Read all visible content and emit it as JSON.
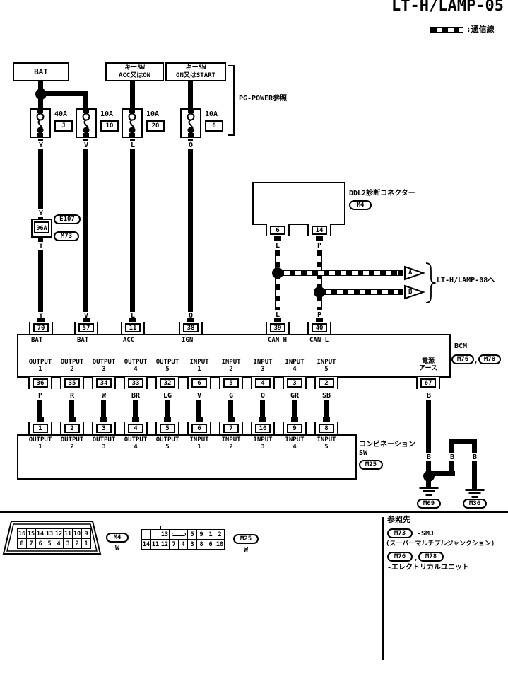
{
  "colors": {
    "ink": "#000000",
    "bg": "#ffffff"
  },
  "header": {
    "title": "LT-H/LAMP-05",
    "legend_label": ":通信線"
  },
  "power": {
    "bat": "BAT",
    "keysw_acc_1": "キーSW",
    "keysw_acc_2": "ACC又はON",
    "keysw_ign_1": "キーSW",
    "keysw_ign_2": "ON又はSTART",
    "pg_ref": "PG-POWER参照",
    "fuse1": {
      "rating": "40A",
      "id": "J",
      "wire": "Y"
    },
    "fuse2": {
      "rating": "10A",
      "id": "10",
      "wire": "V"
    },
    "fuse3": {
      "rating": "10A",
      "id": "20",
      "wire": "L"
    },
    "fuse4": {
      "rating": "10A",
      "id": "6",
      "wire": "O"
    }
  },
  "smj": {
    "id": "96A",
    "upper": "E107",
    "lower": "M73",
    "wire_above": "Y",
    "wire_below": "Y"
  },
  "ddl2": {
    "label": "DDL2診断コネクター",
    "connector": "M4",
    "pin_a": "6",
    "pin_b": "14",
    "wire_a": "L",
    "wire_b": "P"
  },
  "can": {
    "wire_h": "L",
    "tag_h": "A",
    "wire_l": "P",
    "tag_l": "B",
    "dest": "LT-H/LAMP-08へ"
  },
  "bcm": {
    "name": "BCM",
    "conn1": "M76",
    "sep": ",",
    "conn2": "M78",
    "top_pins": [
      {
        "num": "70",
        "label": "BAT",
        "wire": "Y"
      },
      {
        "num": "57",
        "label": "BAT",
        "wire": "V"
      },
      {
        "num": "11",
        "label": "ACC",
        "wire": "L"
      },
      {
        "num": "38",
        "label": "IGN",
        "wire": "O"
      },
      {
        "num": "39",
        "label": "CAN H",
        "wire": "L"
      },
      {
        "num": "40",
        "label": "CAN L",
        "wire": "P"
      }
    ],
    "cols": [
      {
        "num": "36",
        "l1": "OUTPUT",
        "l2": "1",
        "wire": "P",
        "sw": "1"
      },
      {
        "num": "35",
        "l1": "OUTPUT",
        "l2": "2",
        "wire": "R",
        "sw": "2"
      },
      {
        "num": "34",
        "l1": "OUTPUT",
        "l2": "3",
        "wire": "W",
        "sw": "3"
      },
      {
        "num": "33",
        "l1": "OUTPUT",
        "l2": "4",
        "wire": "BR",
        "sw": "4"
      },
      {
        "num": "32",
        "l1": "OUTPUT",
        "l2": "5",
        "wire": "LG",
        "sw": "5"
      },
      {
        "num": "6",
        "l1": "INPUT",
        "l2": "1",
        "wire": "V",
        "sw": "6"
      },
      {
        "num": "5",
        "l1": "INPUT",
        "l2": "2",
        "wire": "G",
        "sw": "7"
      },
      {
        "num": "4",
        "l1": "INPUT",
        "l2": "3",
        "wire": "O",
        "sw": "10"
      },
      {
        "num": "3",
        "l1": "INPUT",
        "l2": "4",
        "wire": "GR",
        "sw": "9"
      },
      {
        "num": "2",
        "l1": "INPUT",
        "l2": "5",
        "wire": "SB",
        "sw": "8"
      }
    ],
    "gnd": {
      "num": "67",
      "l1": "電源",
      "l2": "アース",
      "wire": "B"
    }
  },
  "combsw": {
    "name1": "コンビネーション",
    "name2": "SW",
    "conn": "M25"
  },
  "ground": {
    "b1": "B",
    "b2": "B",
    "b3": "B",
    "g1": "M69",
    "g2": "M36"
  },
  "pinout_m4": {
    "conn": "M4",
    "color": "W",
    "r1": [
      "16",
      "15",
      "14",
      "13",
      "12",
      "11",
      "10",
      "9"
    ],
    "r2": [
      "8",
      "7",
      "6",
      "5",
      "4",
      "3",
      "2",
      "1"
    ]
  },
  "pinout_m25": {
    "conn": "M25",
    "color": "W",
    "r1": [
      "",
      "",
      "13",
      "5",
      "9",
      "1",
      "2"
    ],
    "r2": [
      "14",
      "11",
      "12",
      "7",
      "4",
      "3",
      "8",
      "6",
      "10"
    ]
  },
  "refs": {
    "heading": "参照先",
    "c1": "M73",
    "t1": "-SMJ",
    "t2": "(スーパーマルチプルジャンクション)",
    "c2": "M76",
    "sep": ",",
    "c3": "M78",
    "t3": "-エレクトリカルユニット"
  }
}
